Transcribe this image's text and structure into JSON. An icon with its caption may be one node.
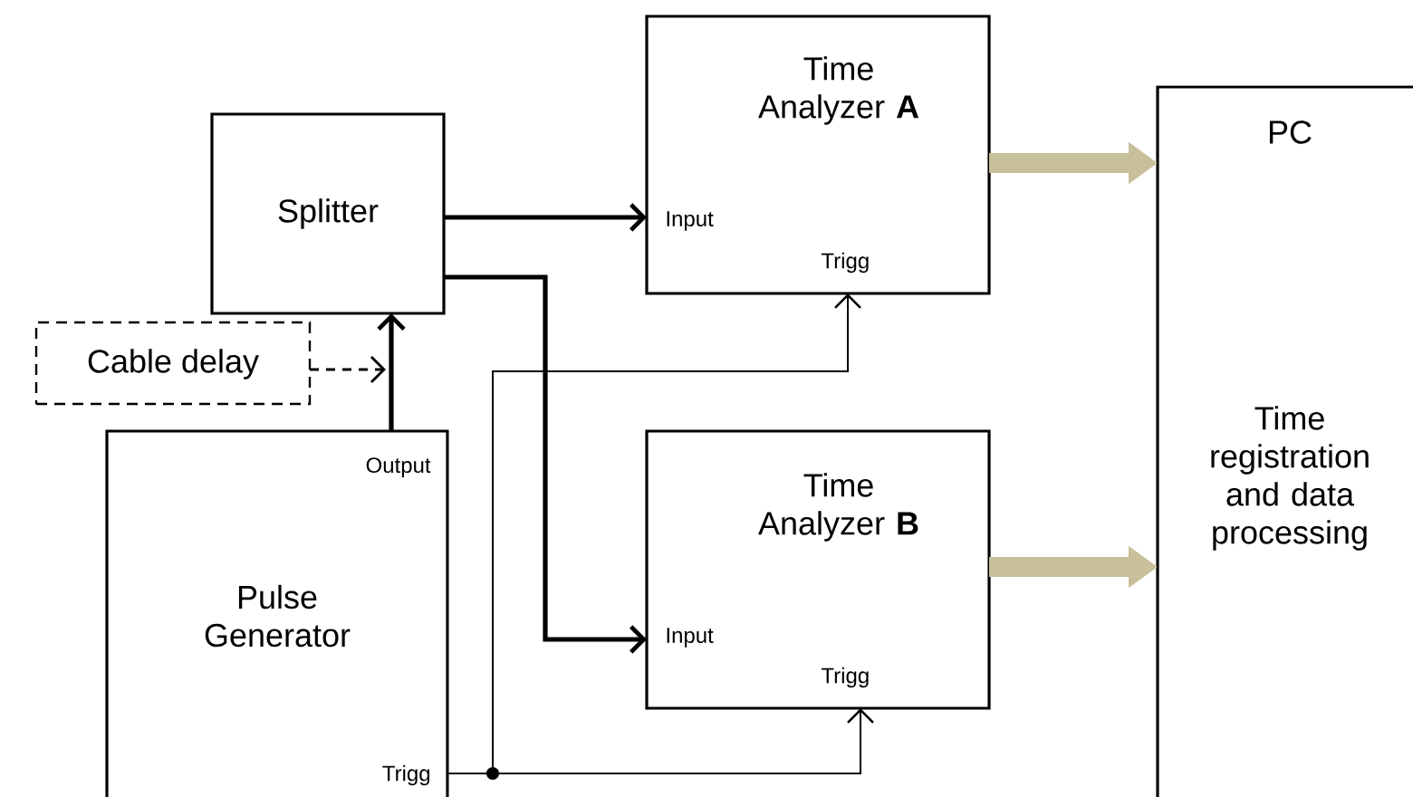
{
  "diagram": {
    "nodes": [
      {
        "text": [
          "Splitter"
        ]
      },
      {
        "text": [
          "Cable delay"
        ]
      },
      {
        "text": [
          "Output",
          "Pulse Generator",
          "Trigg"
        ]
      },
      {
        "text": [
          "Time Analyzer **A**",
          "Input",
          "Trigg"
        ]
      },
      {
        "text": [
          "Time Analyzer **B**",
          "Input",
          "Trigg"
        ]
      },
      {
        "text": [
          "PC",
          "Time registration and data processing"
        ]
      }
    ],
    "edges": [
      {
        "from": 2,
        "to": 0,
        "arrow": "to"
      },
      {
        "from": 1,
        "to": null,
        "arrow": "to",
        "style": "dashed"
      },
      {
        "from": 0,
        "to": 3,
        "arrow": "to"
      },
      {
        "from": 0,
        "to": 4,
        "arrow": "to"
      },
      {
        "from": 2,
        "to": 3,
        "arrow": "to"
      },
      {
        "from": 2,
        "to": 4,
        "arrow": "to"
      },
      {
        "from": 3,
        "to": 5,
        "arrow": "to",
        "style": "thick",
        "color": "#c8bf9b"
      },
      {
        "from": 4,
        "to": 5,
        "arrow": "to",
        "style": "thick",
        "color": "#c8bf9b"
      }
    ]
  }
}
